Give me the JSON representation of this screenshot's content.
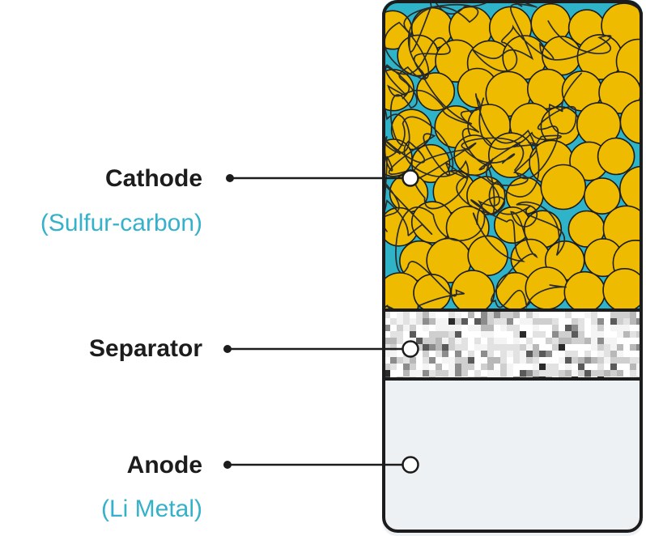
{
  "labels": {
    "cathode": "Cathode",
    "cathode_sub": "(Sulfur-carbon)",
    "separator": "Separator",
    "anode": "Anode",
    "anode_sub": "(Li Metal)"
  },
  "colors": {
    "electrolyte": "#2fb3c9",
    "sulfur": "#eebb00",
    "outline": "#1c1c1c",
    "anode_fill": "#eef1f4",
    "sub_label": "#35b1c9"
  }
}
